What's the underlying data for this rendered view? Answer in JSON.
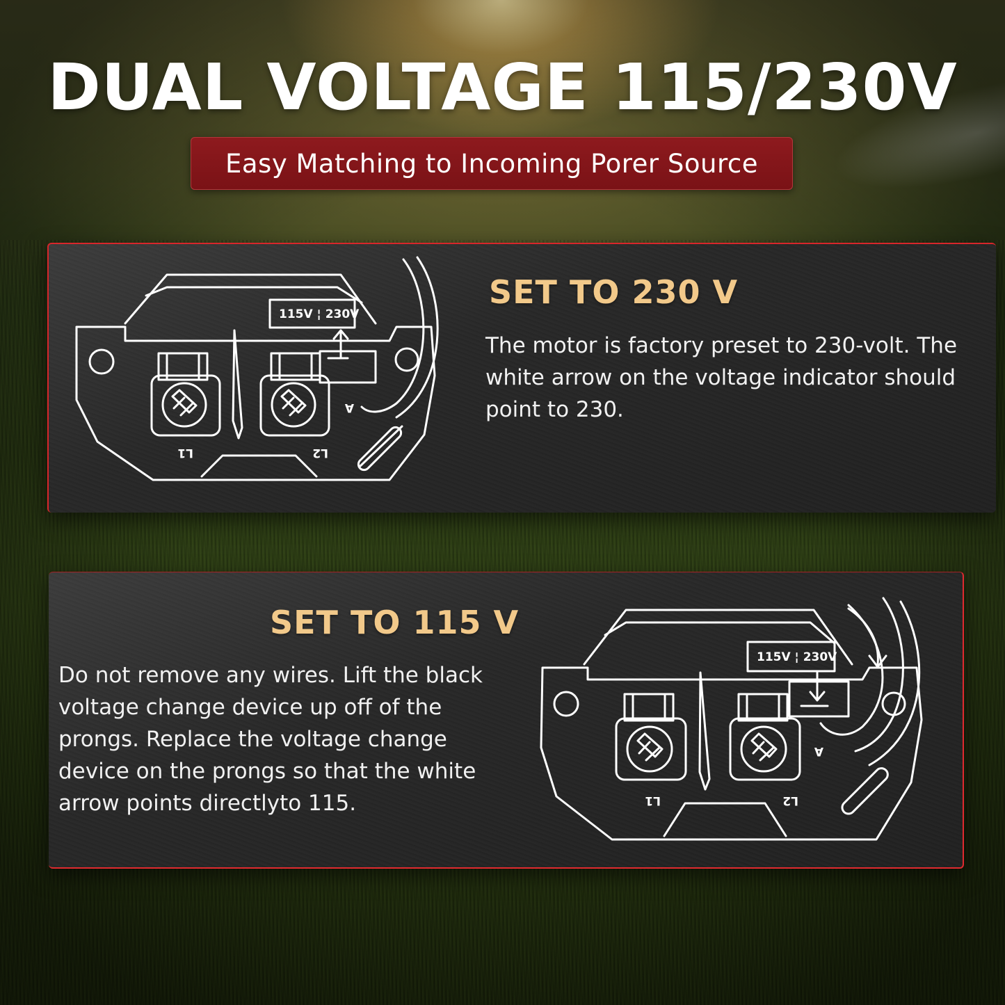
{
  "headline": "DUAL VOLTAGE 115/230V",
  "subtitle": "Easy Matching to Incoming Porer Source",
  "section_230": {
    "title": "SET TO 230 V",
    "body": "The motor is factory preset to 230-volt. The white arrow on the voltage indicator should point to 230.",
    "diagram": {
      "indicator_label": "115V ¦ 230V",
      "label_a": "A",
      "label_l1": "L1",
      "label_l2": "L2"
    }
  },
  "section_115": {
    "title": "SET TO 115 V",
    "body": "Do not remove any wires. Lift the black voltage change device up off of the prongs. Replace the voltage change device on the prongs so that the white arrow points directlyto 115.",
    "diagram": {
      "indicator_label": "115V ¦ 230V",
      "label_a": "A",
      "label_l1": "L1",
      "label_l2": "L2"
    }
  },
  "colors": {
    "accent_red": "#d8262b",
    "pill_red": "#8e1a1e",
    "title_gold": "#f2c98a"
  }
}
